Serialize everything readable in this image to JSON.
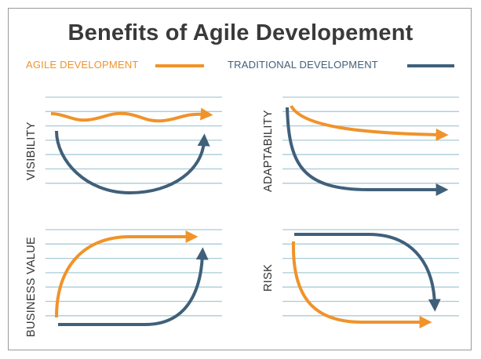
{
  "title": "Benefits of Agile Developement",
  "legend": {
    "agile": {
      "label": "AGILE DEVELOPMENT",
      "color": "#f0932a"
    },
    "traditional": {
      "label": "TRADITIONAL DEVELOPMENT",
      "color": "#40607a"
    }
  },
  "panels": [
    {
      "id": "visibility",
      "label": "VISIBILITY"
    },
    {
      "id": "adaptability",
      "label": "ADAPTABILITY"
    },
    {
      "id": "business-value",
      "label": "BUSINESS VALUE"
    },
    {
      "id": "risk",
      "label": "RISK"
    }
  ],
  "colors": {
    "grid": "#a8ccd6",
    "title": "#3a3a3a"
  }
}
